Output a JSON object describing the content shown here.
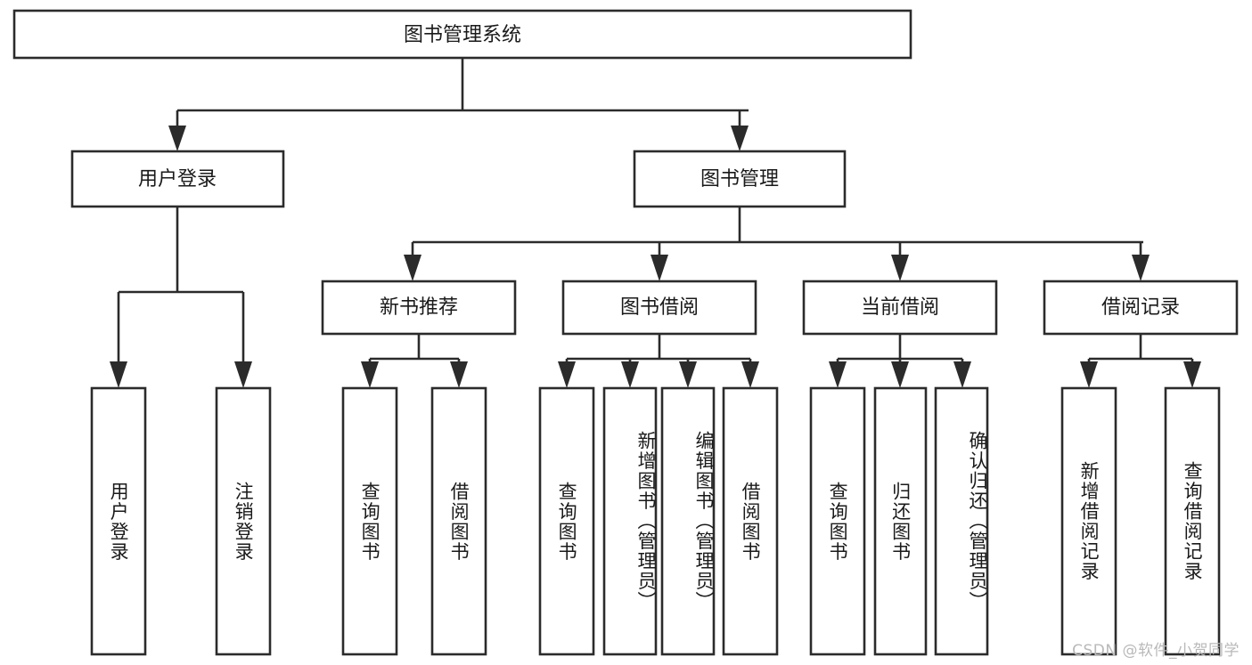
{
  "diagram": {
    "title": "图书管理系统",
    "type": "hierarchy-tree",
    "orientation": "top-down",
    "box_fill": "#ffffff",
    "line_color": "#2b2b2b",
    "text_color": "#1a1a1a",
    "root": {
      "label": "图书管理系统"
    },
    "level2": [
      {
        "label": "用户登录"
      },
      {
        "label": "图书管理"
      }
    ],
    "level3": [
      {
        "label": "新书推荐"
      },
      {
        "label": "图书借阅"
      },
      {
        "label": "当前借阅"
      },
      {
        "label": "借阅记录"
      }
    ],
    "leaves": {
      "user_login": [
        {
          "label": "用户登录"
        },
        {
          "label": "注销登录"
        }
      ],
      "new_book_recommend": [
        {
          "label": "查询图书"
        },
        {
          "label": "借阅图书"
        }
      ],
      "book_borrow": [
        {
          "label": "查询图书"
        },
        {
          "label": "新增图书（管理员）"
        },
        {
          "label": "编辑图书（管理员）"
        },
        {
          "label": "借阅图书"
        }
      ],
      "current_borrow": [
        {
          "label": "查询图书"
        },
        {
          "label": "归还图书"
        },
        {
          "label": "确认归还（管理员）"
        }
      ],
      "borrow_record": [
        {
          "label": "新增借阅记录"
        },
        {
          "label": "查询借阅记录"
        }
      ]
    }
  },
  "watermark": {
    "text": "CSDN @软件_小贺同学"
  }
}
